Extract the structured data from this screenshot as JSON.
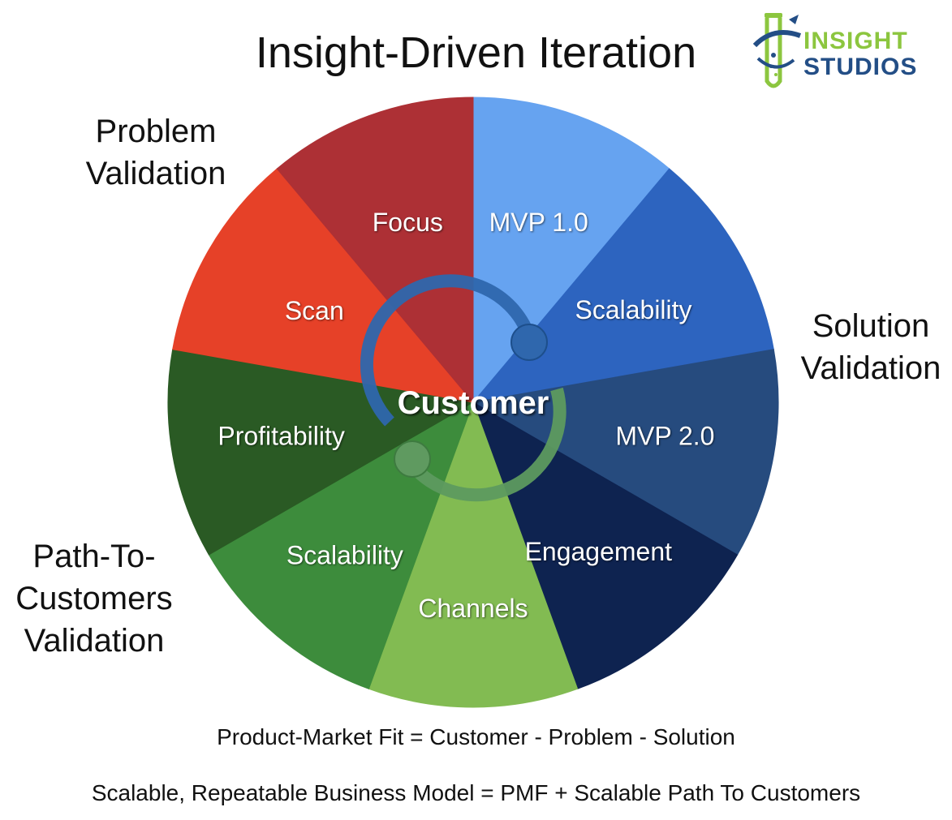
{
  "title": "Insight-Driven Iteration",
  "logo": {
    "line1": "INSIGHT",
    "line2": "STUDIOS"
  },
  "groups": {
    "problem": "Problem\nValidation",
    "solution": "Solution\nValidation",
    "path": "Path-To-\nCustomers\nValidation"
  },
  "center": "Customer",
  "segments": [
    {
      "label": "MVP 1.0",
      "color": "#66a3f0"
    },
    {
      "label": "Scalability",
      "color": "#2d64bf"
    },
    {
      "label": "MVP 2.0",
      "color": "#264b7e"
    },
    {
      "label": "Engagement",
      "color": "#0e2350"
    },
    {
      "label": "Channels",
      "color": "#82bb52"
    },
    {
      "label": "Scalability",
      "color": "#3d8c3c"
    },
    {
      "label": "Profitability",
      "color": "#2a5a24"
    },
    {
      "label": "Scan",
      "color": "#e64128"
    },
    {
      "label": "Focus",
      "color": "#ad3035"
    }
  ],
  "formulas": [
    "Product-Market Fit = Customer - Problem - Solution",
    "Scalable, Repeatable Business Model = PMF + Scalable Path To Customers"
  ]
}
